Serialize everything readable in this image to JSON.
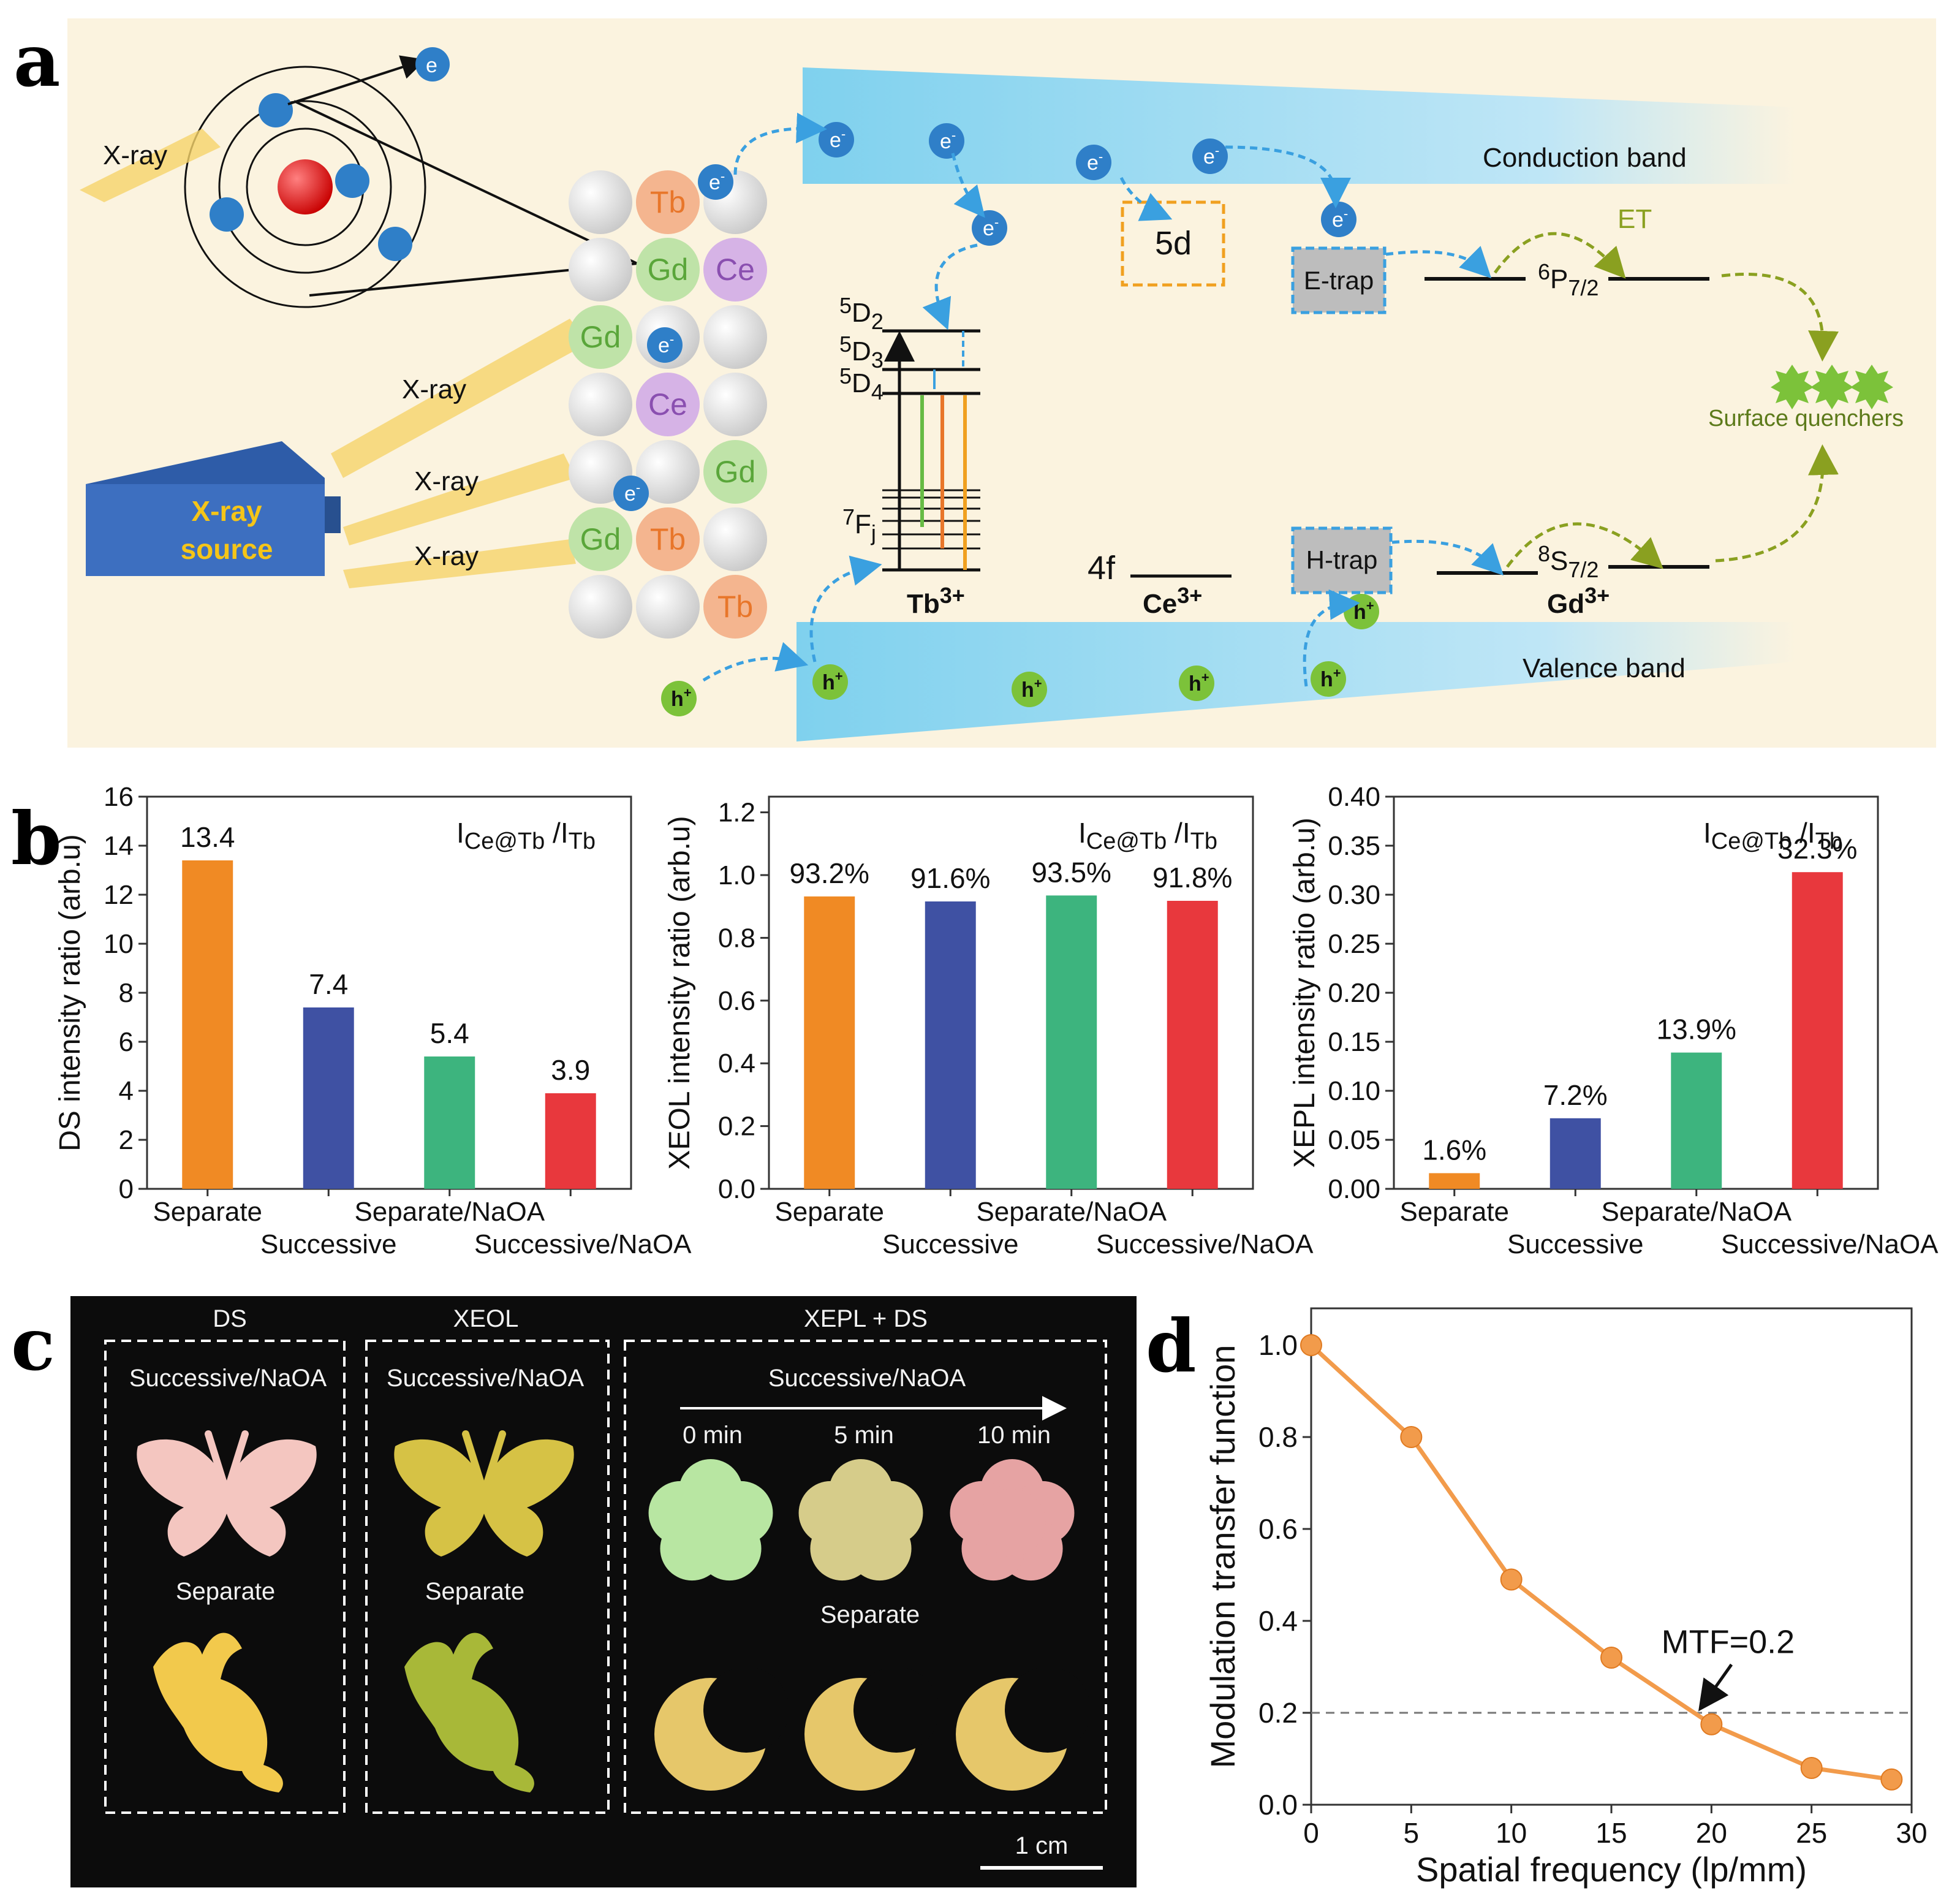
{
  "panel_labels": {
    "a": "a",
    "b": "b",
    "c": "c",
    "d": "d"
  },
  "diagram_a": {
    "xray": "X-ray",
    "xray_source": [
      "X-ray",
      "source"
    ],
    "electron": "e",
    "electron_sup": "-",
    "hole": "h",
    "hole_sup": "+",
    "ions": {
      "tb": "Tb",
      "gd": "Gd",
      "ce": "Ce"
    },
    "conduction_band": "Conduction band",
    "valence_band": "Valence band",
    "level_5d": "5d",
    "e_trap": "E-trap",
    "h_trap": "H-trap",
    "et": "ET",
    "surface_quenchers": "Surface quenchers",
    "level_4f": "4f",
    "tb3": {
      "base": "Tb",
      "sup": "3+"
    },
    "ce3": {
      "base": "Ce",
      "sup": "3+"
    },
    "gd3": {
      "base": "Gd",
      "sup": "3+"
    },
    "tb_levels": [
      {
        "sup": "5",
        "base": "D",
        "sub": "2"
      },
      {
        "sup": "5",
        "base": "D",
        "sub": "3"
      },
      {
        "sup": "5",
        "base": "D",
        "sub": "4"
      },
      {
        "sup": "7",
        "base": "F",
        "sub": "j"
      }
    ],
    "gd_levels": [
      {
        "sup": "6",
        "base": "P",
        "sub": "7/2"
      },
      {
        "sup": "8",
        "base": "S",
        "sub": "7/2"
      }
    ]
  },
  "panel_c": {
    "groups": [
      "DS",
      "XEOL",
      "XEPL + DS"
    ],
    "successive": "Successive/NaOA",
    "separate": "Separate",
    "times": [
      "0 min",
      "5 min",
      "10 min"
    ],
    "scale_bar": "1 cm",
    "colors": {
      "ds_butterfly": "#f4c6c0",
      "ds_rabbit": "#f2c94c",
      "xeol_butterfly": "#d6c245",
      "xeol_rabbit": "#a8b838",
      "flower_0": "#b8e6a2",
      "flower_5": "#d6cc8a",
      "flower_10": "#e6a3a3",
      "moon": "#e6c76a"
    }
  },
  "chart_data": [
    {
      "type": "bar",
      "panel": "b",
      "categories": [
        "Separate",
        "Successive",
        "Separate/NaOA",
        "Successive/NaOA"
      ],
      "values": [
        13.4,
        7.4,
        5.4,
        3.9
      ],
      "data_labels": [
        "13.4",
        "7.4",
        "5.4",
        "3.9"
      ],
      "colors": [
        "#f08a24",
        "#3f51a3",
        "#3db47e",
        "#e8383d"
      ],
      "annotation": {
        "main": "I",
        "sub1": "Ce@Tb",
        "slash": " /I",
        "sub2": "Tb"
      },
      "ylabel": "DS intensity ratio (arb.u)",
      "ylim": [
        0,
        16
      ],
      "yticks": [
        "0",
        "2",
        "4",
        "6",
        "8",
        "10",
        "12",
        "14",
        "16"
      ]
    },
    {
      "type": "bar",
      "panel": "b",
      "categories": [
        "Separate",
        "Successive",
        "Separate/NaOA",
        "Successive/NaOA"
      ],
      "values": [
        0.932,
        0.916,
        0.935,
        0.918
      ],
      "data_labels": [
        "93.2%",
        "91.6%",
        "93.5%",
        "91.8%"
      ],
      "colors": [
        "#f08a24",
        "#3f51a3",
        "#3db47e",
        "#e8383d"
      ],
      "annotation": {
        "main": "I",
        "sub1": "Ce@Tb",
        "slash": " /I",
        "sub2": "Tb"
      },
      "ylabel": "XEOL intensity ratio (arb.u)",
      "ylim": [
        0,
        1.25
      ],
      "yticks": [
        "0.0",
        "0.2",
        "0.4",
        "0.6",
        "0.8",
        "1.0",
        "1.2"
      ]
    },
    {
      "type": "bar",
      "panel": "b",
      "categories": [
        "Separate",
        "Successive",
        "Separate/NaOA",
        "Successive/NaOA"
      ],
      "values": [
        0.016,
        0.072,
        0.139,
        0.323
      ],
      "data_labels": [
        "1.6%",
        "7.2%",
        "13.9%",
        "32.3%"
      ],
      "colors": [
        "#f08a24",
        "#3f51a3",
        "#3db47e",
        "#e8383d"
      ],
      "annotation": {
        "main": "I",
        "sub1": "Ce@Tb",
        "slash": " /I",
        "sub2": "Tb"
      },
      "ylabel": "XEPL intensity ratio (arb.u)",
      "ylim": [
        0,
        0.4
      ],
      "yticks": [
        "0.00",
        "0.05",
        "0.10",
        "0.15",
        "0.20",
        "0.25",
        "0.30",
        "0.35",
        "0.40"
      ]
    },
    {
      "type": "line",
      "panel": "d",
      "x": [
        0,
        5,
        10,
        15,
        20,
        25,
        29
      ],
      "y": [
        1.0,
        0.8,
        0.49,
        0.32,
        0.175,
        0.08,
        0.055
      ],
      "color": "#f29b4b",
      "reference_line": {
        "y": 0.2,
        "style": "dashed"
      },
      "annotation": "MTF=0.2",
      "xlabel": "Spatial frequency (lp/mm)",
      "ylabel": "Modulation transfer function",
      "xlim": [
        0,
        30
      ],
      "ylim": [
        0,
        1.08
      ],
      "xticks": [
        "0",
        "5",
        "10",
        "15",
        "20",
        "25",
        "30"
      ],
      "yticks": [
        "0.0",
        "0.2",
        "0.4",
        "0.6",
        "0.8",
        "1.0"
      ]
    }
  ]
}
